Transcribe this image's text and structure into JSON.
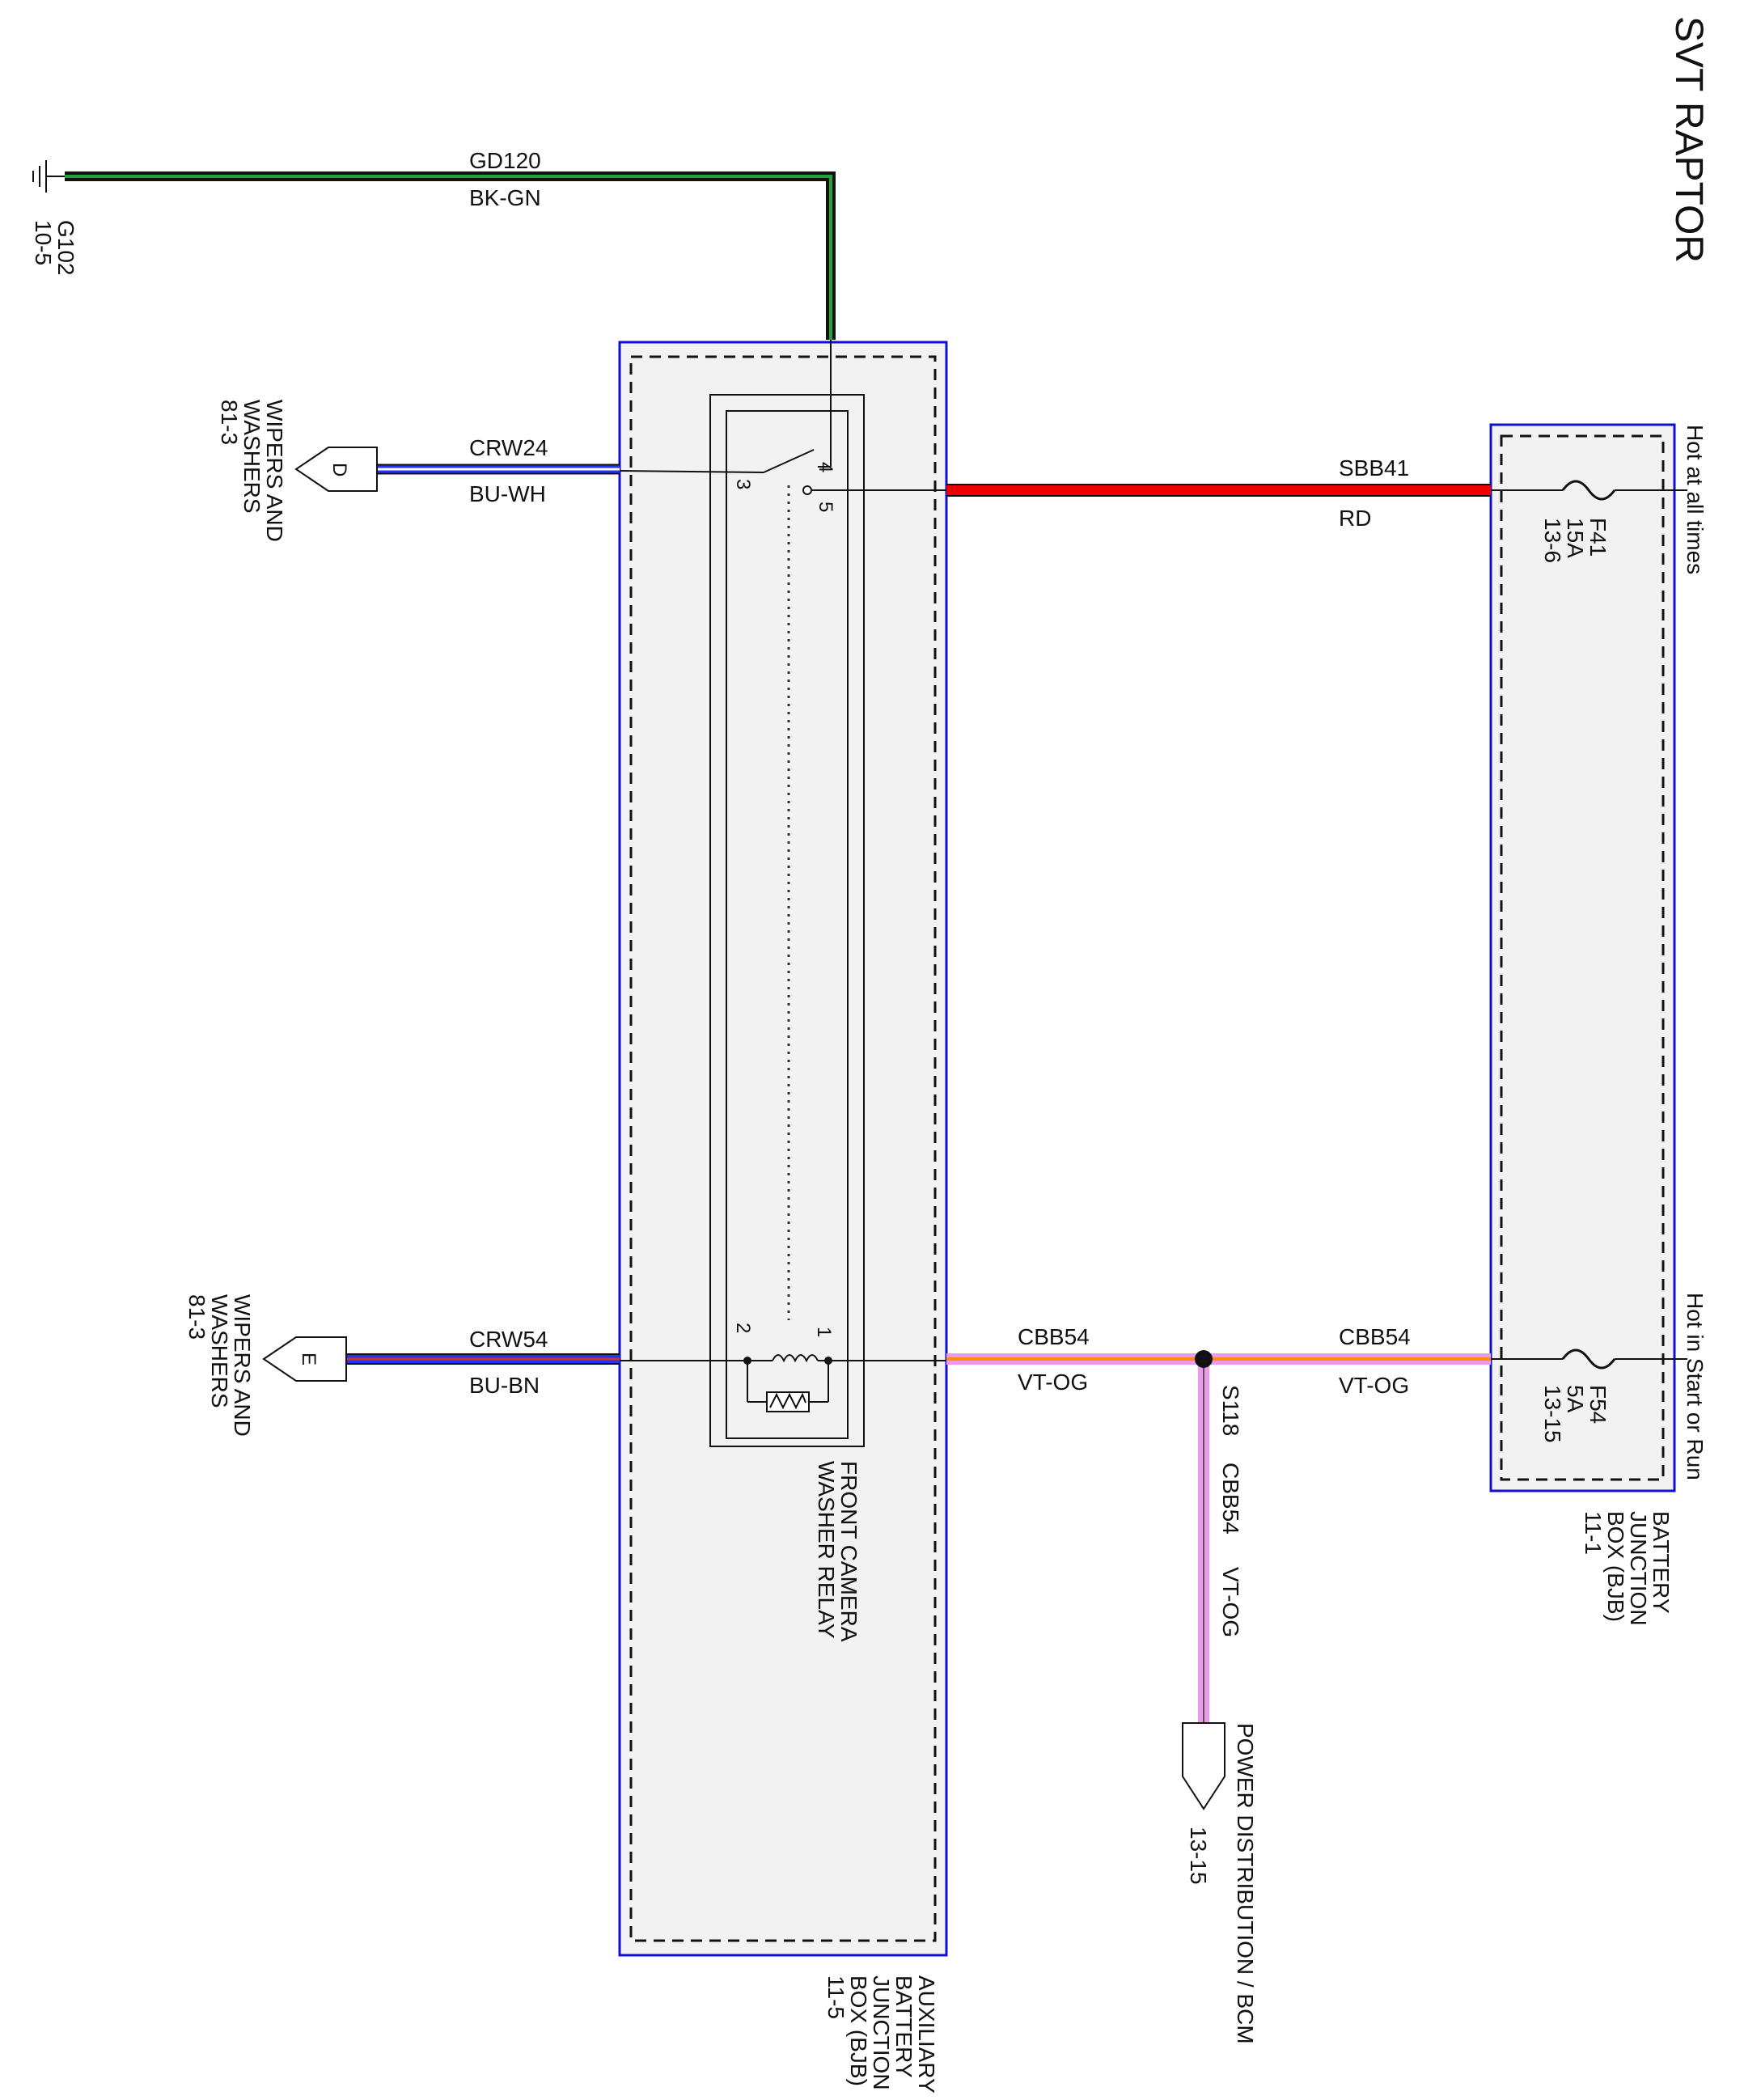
{
  "title": "SVT RAPTOR",
  "ground": {
    "id": "G102",
    "ref": "10-5"
  },
  "wires": {
    "gd120": {
      "circuit": "GD120",
      "color": "BK-GN"
    },
    "crw24": {
      "circuit": "CRW24",
      "color": "BU-WH"
    },
    "crw54": {
      "circuit": "CRW54",
      "color": "BU-BN"
    },
    "sbb41": {
      "circuit": "SBB41",
      "color": "RD"
    },
    "cbb54_left": {
      "circuit": "CBB54",
      "color": "VT-OG"
    },
    "cbb54_right": {
      "circuit": "CBB54",
      "color": "VT-OG"
    },
    "cbb54_down": {
      "circuit": "CBB54",
      "color": "VT-OG"
    }
  },
  "connectors": {
    "d": {
      "letter": "D",
      "dest_line1": "WIPERS AND",
      "dest_line2": "WASHERS",
      "ref": "81-3"
    },
    "e": {
      "letter": "E",
      "dest_line1": "WIPERS AND",
      "dest_line2": "WASHERS",
      "ref": "81-3"
    },
    "pdb": {
      "dest": "POWER DISTRIBUTION / BCM",
      "ref": "13-15"
    }
  },
  "splice": {
    "id": "S118"
  },
  "relay": {
    "line1": "FRONT CAMERA",
    "line2": "WASHER RELAY",
    "pins": [
      "1",
      "2",
      "3",
      "4",
      "5"
    ]
  },
  "abjb": {
    "line1": "AUXILIARY",
    "line2": "BATTERY",
    "line3": "JUNCTION",
    "line4": "BOX (BJB)",
    "ref": "11-5"
  },
  "bjb": {
    "line1": "BATTERY",
    "line2": "JUNCTION",
    "line3": "BOX (BJB)",
    "ref": "11-1",
    "feed_top": "Hot at all times",
    "feed_bottom": "Hot in Start or Run",
    "fuse_top": {
      "name": "F41",
      "rating": "15A",
      "ref": "13-6"
    },
    "fuse_bottom": {
      "name": "F54",
      "rating": "5A",
      "ref": "13-15"
    }
  }
}
